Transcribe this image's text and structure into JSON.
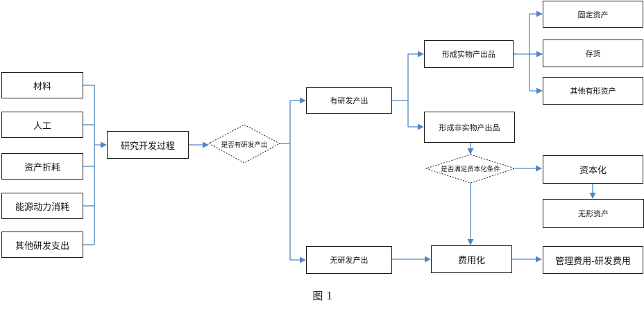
{
  "inputs": [
    "材料",
    "人工",
    "资产折耗",
    "能源动力消耗",
    "其他研发支出"
  ],
  "process": "研究开发过程",
  "decision_output": "是否有研发产出",
  "has_output": "有研发产出",
  "no_output": "无研发产出",
  "physical_product": "形成实物产出品",
  "physical_assets": [
    "固定资产",
    "存货",
    "其他有形资产"
  ],
  "non_physical_product": "形成非实物产出品",
  "decision_capitalize": "是否满足资本化条件",
  "capitalize": "资本化",
  "intangible": "无形资产",
  "expense": "费用化",
  "expense_target": "管理费用-研发费用",
  "caption": "图 1",
  "colors": {
    "connector": "#4f86c6",
    "border": "#1a1a1a",
    "text": "#111111"
  }
}
